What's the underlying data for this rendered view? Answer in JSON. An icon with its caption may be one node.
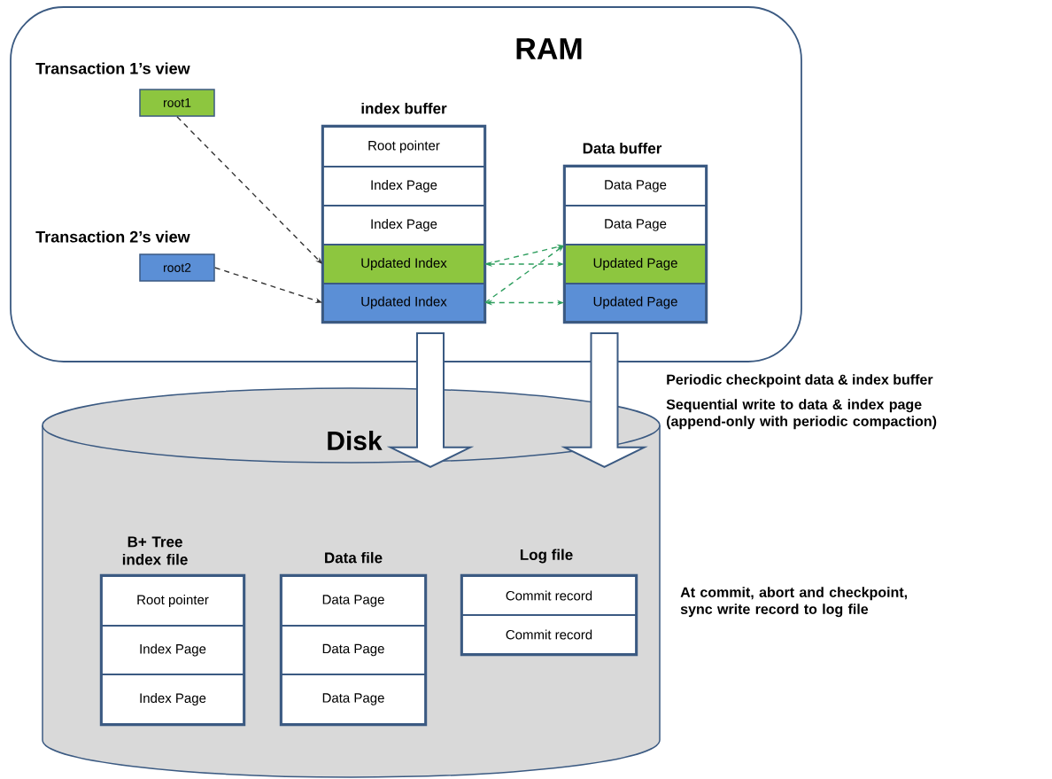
{
  "diagram": {
    "nodes": [
      {
        "text": [
          "RAM"
        ]
      },
      {
        "text": [
          "root1"
        ],
        "beside": [
          "Transaction 1’s view"
        ],
        "in": 0
      },
      {
        "text": [
          "root2"
        ],
        "beside": [
          "Transaction 2’s view"
        ],
        "in": 0
      },
      {
        "text": [
          "index buffer"
        ],
        "in": 0
      },
      {
        "text": [
          "Root pointer"
        ],
        "in": 3
      },
      {
        "text": [
          "Index Page"
        ],
        "in": 3
      },
      {
        "text": [
          "Index Page"
        ],
        "in": 3
      },
      {
        "text": [
          "Updated Index"
        ],
        "in": 3
      },
      {
        "text": [
          "Updated Index"
        ],
        "in": 3
      },
      {
        "text": [
          "Data buffer"
        ],
        "in": 0
      },
      {
        "text": [
          "Data Page"
        ],
        "in": 9
      },
      {
        "text": [
          "Data Page"
        ],
        "in": 9
      },
      {
        "text": [
          "Updated Page"
        ],
        "in": 9
      },
      {
        "text": [
          "Updated Page"
        ],
        "in": 9
      },
      {
        "text": [
          "Disk"
        ]
      },
      {
        "text": [
          "B+ Tree index file"
        ],
        "in": 14
      },
      {
        "text": [
          "Root pointer"
        ],
        "in": 15
      },
      {
        "text": [
          "Index Page"
        ],
        "in": 15
      },
      {
        "text": [
          "Index Page"
        ],
        "in": 15
      },
      {
        "text": [
          "Data file"
        ],
        "in": 14
      },
      {
        "text": [
          "Data Page"
        ],
        "in": 19
      },
      {
        "text": [
          "Data Page"
        ],
        "in": 19
      },
      {
        "text": [
          "Data Page"
        ],
        "in": 19
      },
      {
        "text": [
          "Log file"
        ],
        "in": 14
      },
      {
        "text": [
          "Commit record"
        ],
        "in": 23
      },
      {
        "text": [
          "Commit record"
        ],
        "in": 23
      }
    ],
    "edges": [
      {
        "from": 1,
        "to": 7,
        "arrow": "to",
        "style": "dashed",
        "color": "#333333"
      },
      {
        "from": 2,
        "to": 8,
        "arrow": "to",
        "style": "dashed",
        "color": "#333333"
      },
      {
        "from": 7,
        "to": 11,
        "arrow": "to",
        "style": "dashed",
        "color": "#2e9e5e"
      },
      {
        "from": 8,
        "to": 11,
        "arrow": "to",
        "style": "dashed",
        "color": "#2e9e5e"
      },
      {
        "from": 7,
        "to": 12,
        "arrow": "both",
        "style": "dashed",
        "color": "#2e9e5e"
      },
      {
        "from": 8,
        "to": 13,
        "arrow": "both",
        "style": "dashed",
        "color": "#2e9e5e"
      },
      {
        "from": 3,
        "to": 14,
        "arrow": "to",
        "style": "thick"
      },
      {
        "from": 9,
        "to": 14,
        "arrow": "to",
        "style": "thick"
      }
    ],
    "labels": [
      "Periodic checkpoint data & index buffer",
      "Sequential write to data & index page (append-only with periodic compaction)",
      "At commit, abort and checkpoint, sync write record to log file"
    ]
  }
}
